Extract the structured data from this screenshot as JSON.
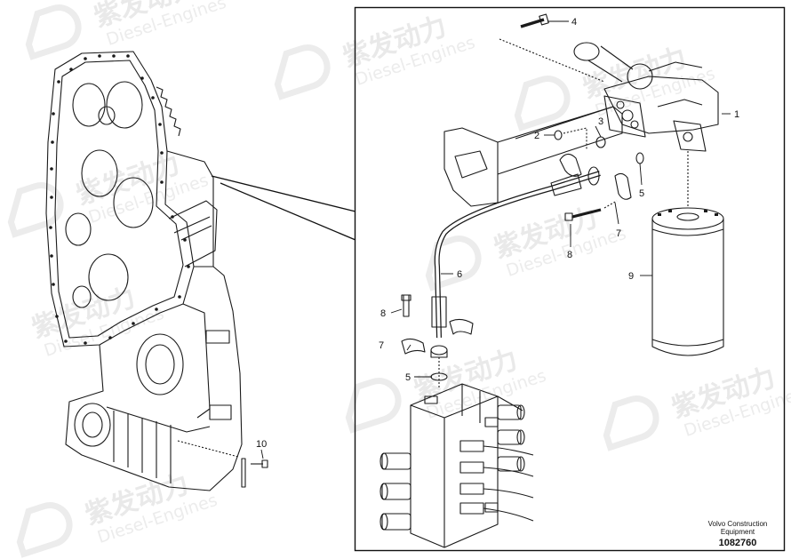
{
  "watermark": {
    "brand_cn": "紫发动力",
    "brand_en": "Diesel-Engines"
  },
  "callouts": [
    {
      "id": "c1",
      "label": "1"
    },
    {
      "id": "c2",
      "label": "2"
    },
    {
      "id": "c3",
      "label": "3"
    },
    {
      "id": "c4",
      "label": "4"
    },
    {
      "id": "c5a",
      "label": "5"
    },
    {
      "id": "c5b",
      "label": "5"
    },
    {
      "id": "c6",
      "label": "6"
    },
    {
      "id": "c7a",
      "label": "7"
    },
    {
      "id": "c7b",
      "label": "7"
    },
    {
      "id": "c8a",
      "label": "8"
    },
    {
      "id": "c8b",
      "label": "8"
    },
    {
      "id": "c9",
      "label": "9"
    },
    {
      "id": "c10",
      "label": "10"
    }
  ],
  "caption": {
    "line1": "Volvo Construction",
    "line2": "Equipment",
    "reference": "1082760"
  }
}
